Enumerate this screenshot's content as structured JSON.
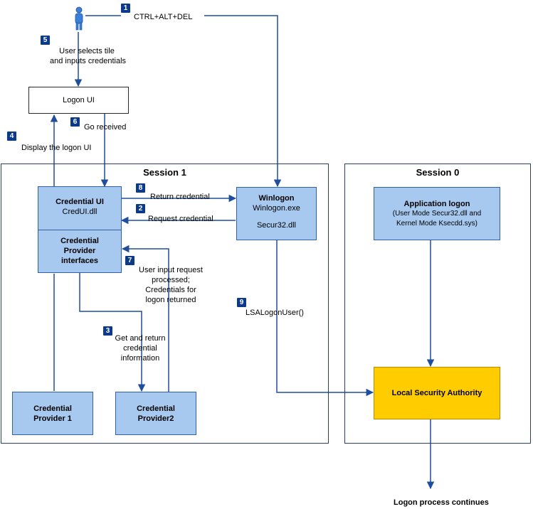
{
  "sessions": {
    "session1": "Session 1",
    "session0": "Session 0"
  },
  "boxes": {
    "logon_ui": "Logon UI",
    "credential_ui_title": "Credential UI",
    "credential_ui_dll": "CredUI.dll",
    "credential_provider_interfaces_1": "Credential",
    "credential_provider_interfaces_2": "Provider",
    "credential_provider_interfaces_3": "interfaces",
    "winlogon_title": "Winlogon",
    "winlogon_exe": "Winlogon.exe",
    "winlogon_dll": "Secur32.dll",
    "app_logon_title": "Application logon",
    "app_logon_line1": "(User Mode Secur32.dll and",
    "app_logon_line2": "Kernel Mode Ksecdd.sys)",
    "lsa": "Local Security Authority",
    "provider1_line1": "Credential",
    "provider1_line2": "Provider 1",
    "provider2_line1": "Credential",
    "provider2_line2": "Provider2"
  },
  "steps": [
    {
      "number": "1",
      "text": [
        "CTRL+ALT+DEL"
      ]
    },
    {
      "number": "2",
      "text": [
        "Request credential"
      ]
    },
    {
      "number": "3",
      "text": [
        "Get and return",
        "credential",
        "information"
      ]
    },
    {
      "number": "4",
      "text": [
        "Display the logon UI"
      ]
    },
    {
      "number": "5",
      "text": [
        "User selects tile",
        "and inputs credentials"
      ]
    },
    {
      "number": "6",
      "text": [
        "Go received"
      ]
    },
    {
      "number": "7",
      "text": [
        "User input request",
        "processed;",
        "Credentials for",
        "logon returned"
      ]
    },
    {
      "number": "8",
      "text": [
        "Return credential"
      ]
    },
    {
      "number": "9",
      "text": [
        "LSALogonUser()"
      ]
    }
  ],
  "footer": "Logon process continues",
  "colors": {
    "arrow": "#1f4e9c",
    "blue_box": "#a7c9f0",
    "lsa_box": "#ffcc00",
    "badge": "#0b3a8a"
  }
}
